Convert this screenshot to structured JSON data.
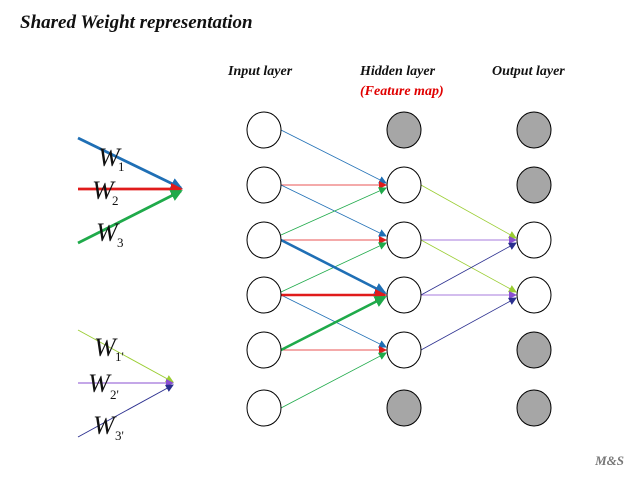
{
  "title": "Shared Weight representation",
  "layers": {
    "input": {
      "label": "Input layer"
    },
    "hidden": {
      "label": "Hidden layer",
      "sublabel": "(Feature map)"
    },
    "output": {
      "label": "Output layer"
    }
  },
  "legend_top": [
    {
      "symbol": "W",
      "subscript": "1",
      "color": "#1f6fb5"
    },
    {
      "symbol": "W",
      "subscript": "2",
      "color": "#e01b1b"
    },
    {
      "symbol": "W",
      "subscript": "3",
      "color": "#1faa4a"
    }
  ],
  "legend_bottom": [
    {
      "symbol": "W",
      "subscript": "1'",
      "color": "#9acd32"
    },
    {
      "symbol": "W",
      "subscript": "2'",
      "color": "#8a4fd1"
    },
    {
      "symbol": "W",
      "subscript": "3'",
      "color": "#2b2f8f"
    }
  ],
  "credit": "M&S",
  "colors": {
    "node_fill_active": "#ffffff",
    "node_fill_inactive": "#a6a6a6",
    "node_stroke": "#000000"
  }
}
